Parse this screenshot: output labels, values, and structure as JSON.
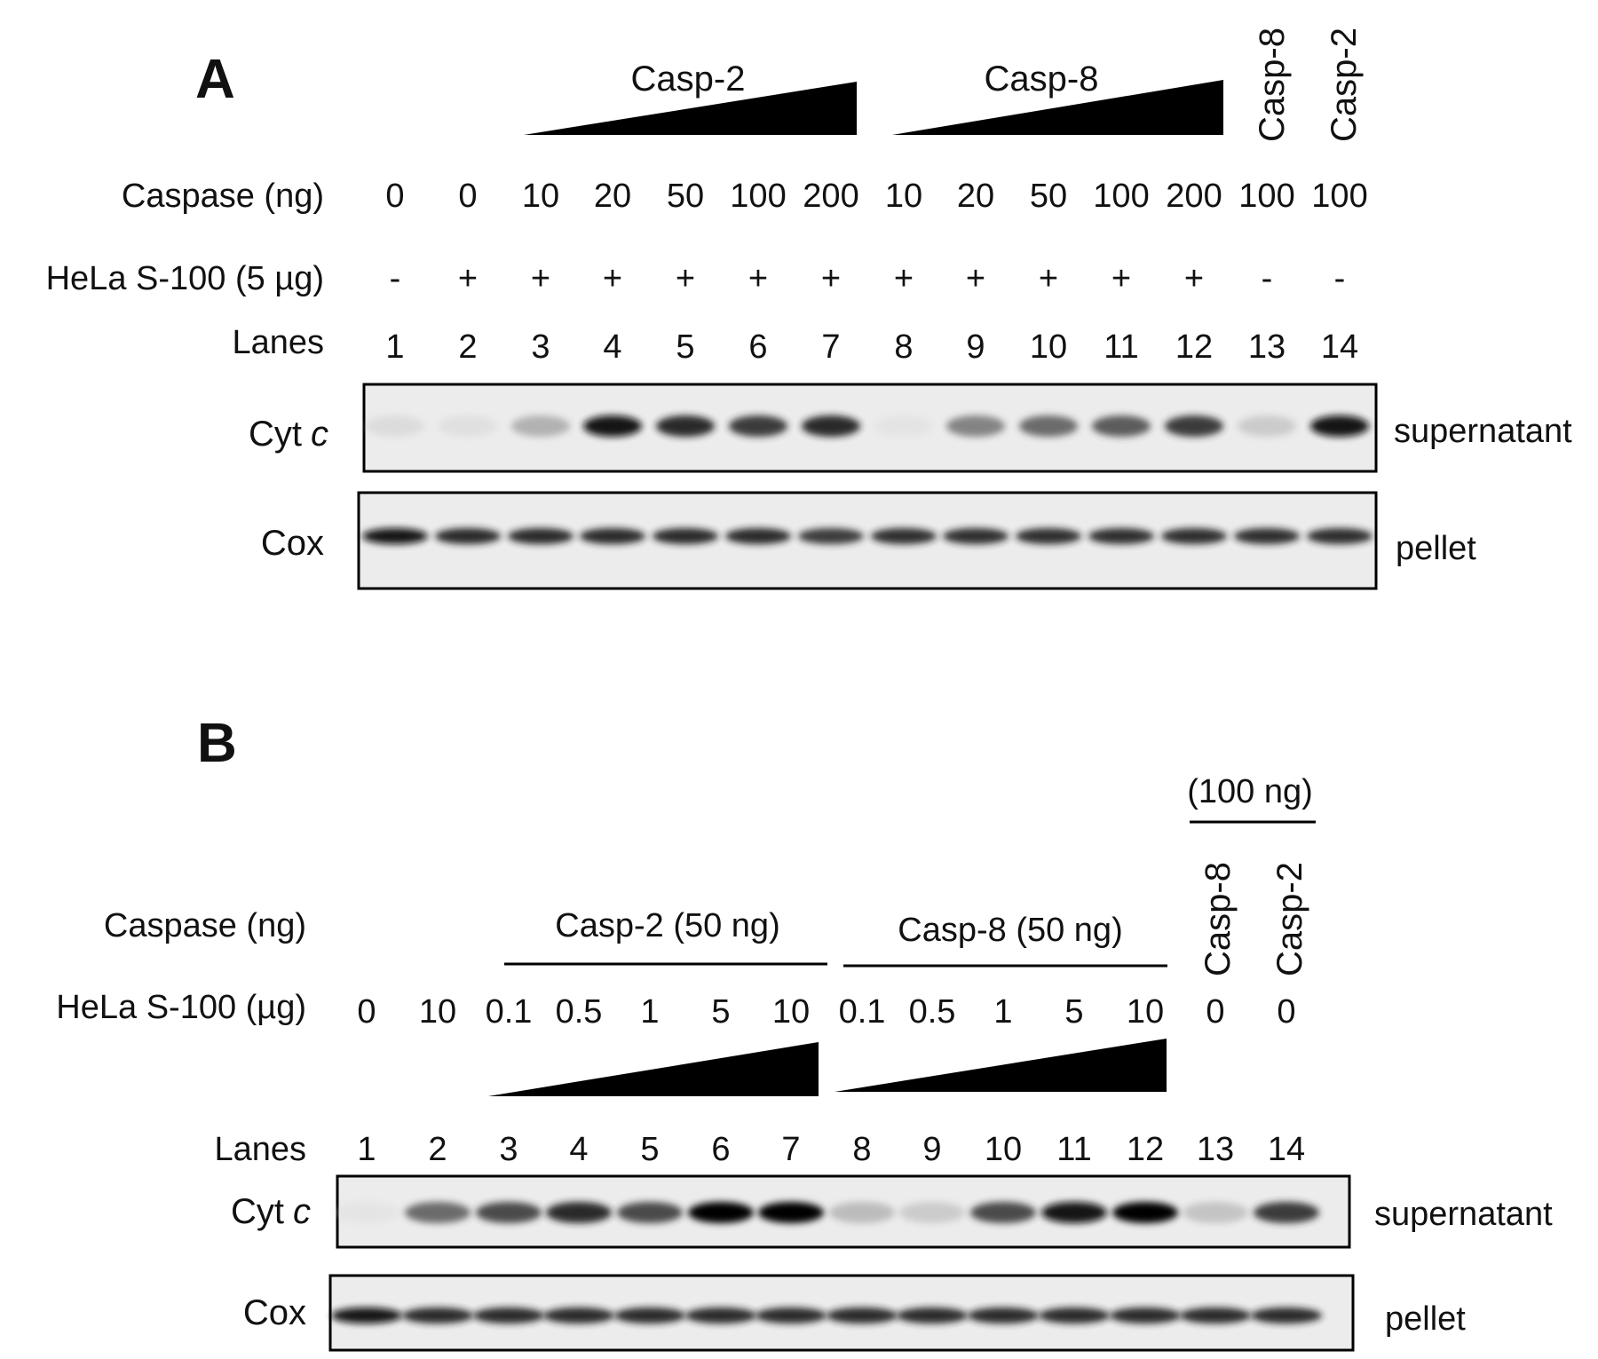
{
  "panelA": {
    "letter": "A",
    "ramp_casp2_label": "Casp-2",
    "ramp_casp8_label": "Casp-8",
    "control_labels": [
      "Casp-8",
      "Casp-2"
    ],
    "row_caspase_label": "Caspase (ng)",
    "row_hela_label": "HeLa S-100 (5 µg)",
    "row_lanes_label": "Lanes",
    "caspase_values": [
      "0",
      "0",
      "10",
      "20",
      "50",
      "100",
      "200",
      "10",
      "20",
      "50",
      "100",
      "200",
      "100",
      "100"
    ],
    "hela_values": [
      "-",
      "+",
      "+",
      "+",
      "+",
      "+",
      "+",
      "+",
      "+",
      "+",
      "+",
      "+",
      "-",
      "-"
    ],
    "lanes": [
      "1",
      "2",
      "3",
      "4",
      "5",
      "6",
      "7",
      "8",
      "9",
      "10",
      "11",
      "12",
      "13",
      "14"
    ],
    "blot_cyt_label": "Cyt",
    "blot_cyt_italic": "c",
    "blot_cox_label": "Cox",
    "supernatant_label": "supernatant",
    "pellet_label": "pellet",
    "cyt_c_intensity": [
      0.12,
      0.08,
      0.4,
      0.95,
      0.9,
      0.85,
      0.9,
      0.04,
      0.6,
      0.7,
      0.75,
      0.85,
      0.25,
      0.95
    ],
    "cox_intensity": [
      0.95,
      0.9,
      0.9,
      0.9,
      0.9,
      0.9,
      0.85,
      0.88,
      0.88,
      0.88,
      0.88,
      0.88,
      0.88,
      0.88
    ]
  },
  "panelB": {
    "letter": "B",
    "group_header": "(100 ng)",
    "control_labels": [
      "Casp-8",
      "Casp-2"
    ],
    "row_caspase_label": "Caspase (ng)",
    "casp2_group_label": "Casp-2 (50 ng)",
    "casp8_group_label": "Casp-8 (50 ng)",
    "row_hela_label": "HeLa S-100 (µg)",
    "hela_values": [
      "0",
      "10",
      "0.1",
      "0.5",
      "1",
      "5",
      "10",
      "0.1",
      "0.5",
      "1",
      "5",
      "10",
      "0",
      "0"
    ],
    "row_lanes_label": "Lanes",
    "lanes": [
      "1",
      "2",
      "3",
      "4",
      "5",
      "6",
      "7",
      "8",
      "9",
      "10",
      "11",
      "12",
      "13",
      "14"
    ],
    "blot_cyt_label": "Cyt",
    "blot_cyt_italic": "c",
    "blot_cox_label": "Cox",
    "supernatant_label": "supernatant",
    "pellet_label": "pellet",
    "cyt_c_intensity": [
      0.03,
      0.7,
      0.8,
      0.9,
      0.8,
      1.0,
      1.0,
      0.35,
      0.25,
      0.8,
      0.95,
      1.0,
      0.3,
      0.85
    ],
    "cox_intensity": [
      0.95,
      0.9,
      0.9,
      0.9,
      0.9,
      0.9,
      0.9,
      0.9,
      0.9,
      0.9,
      0.9,
      0.9,
      0.9,
      0.9
    ]
  }
}
